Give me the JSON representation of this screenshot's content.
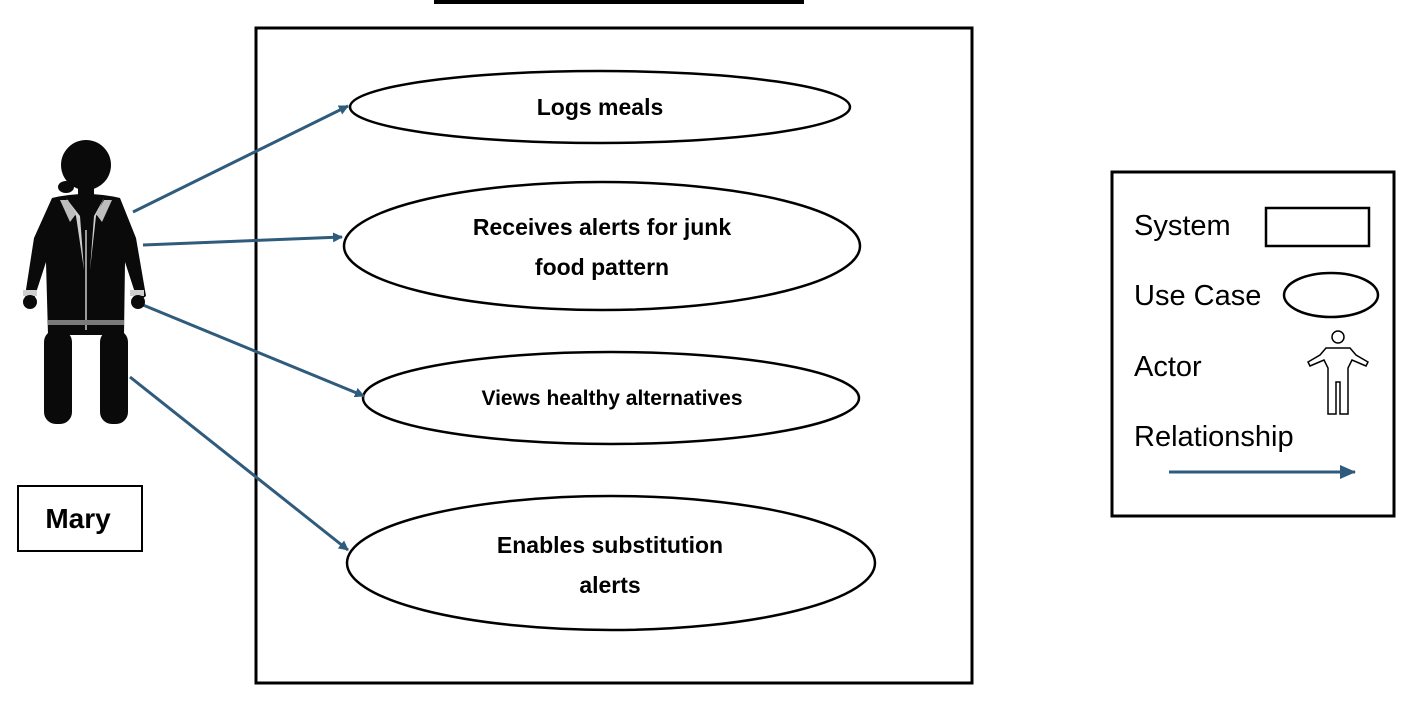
{
  "actor": {
    "name": "Mary"
  },
  "use_cases": [
    {
      "lines": [
        "Logs meals"
      ]
    },
    {
      "lines": [
        "Receives alerts for junk",
        "food pattern"
      ]
    },
    {
      "lines": [
        "Views healthy alternatives"
      ]
    },
    {
      "lines": [
        "Enables substitution",
        "alerts"
      ]
    }
  ],
  "legend": {
    "system": "System",
    "use_case": "Use Case",
    "actor": "Actor",
    "relationship": "Relationship"
  },
  "colors": {
    "arrow": "#2f5b7c",
    "stroke": "#000000"
  }
}
